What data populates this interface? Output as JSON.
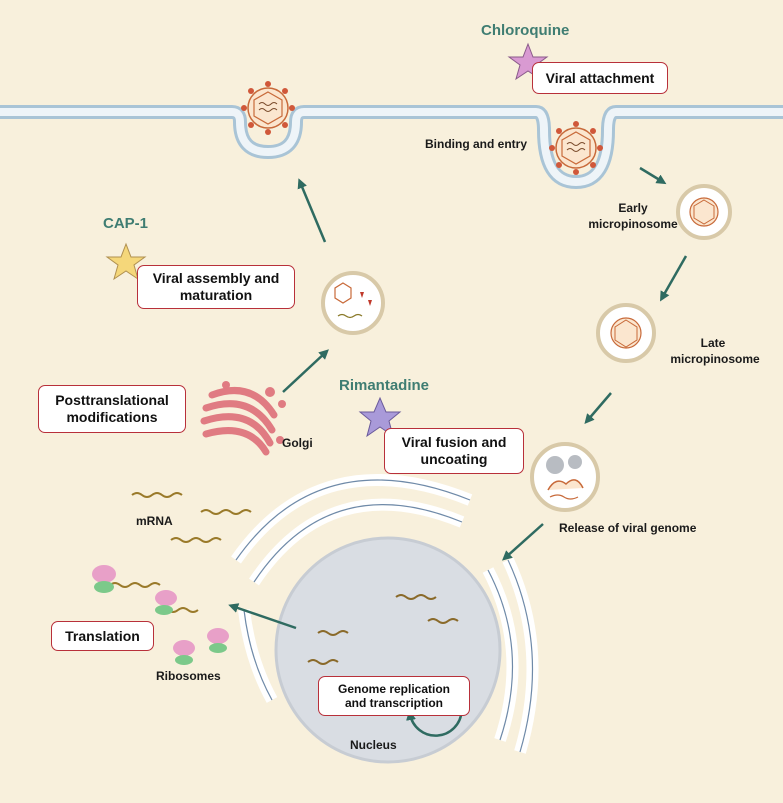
{
  "drugs": {
    "chloroquine": "Chloroquine",
    "cap1": "CAP-1",
    "rimantadine": "Rimantadine"
  },
  "boxes": {
    "viral_attachment": "Viral attachment",
    "viral_assembly_line1": "Viral assembly and",
    "viral_assembly_line2": "maturation",
    "ptm_line1": "Posttranslational",
    "ptm_line2": "modifications",
    "fusion_line1": "Viral fusion and",
    "fusion_line2": "uncoating",
    "translation": "Translation",
    "genome_line1": "Genome replication",
    "genome_line2": "and transcription"
  },
  "labels": {
    "binding_entry": "Binding and entry",
    "early_line1": "Early",
    "early_line2": "micropinosome",
    "late_line1": "Late",
    "late_line2": "micropinosome",
    "release": "Release of viral genome",
    "golgi": "Golgi",
    "mrna": "mRNA",
    "ribosomes": "Ribosomes",
    "nucleus": "Nucleus"
  },
  "colors": {
    "background": "#f8f0dc",
    "membrane": "#c5d9e6",
    "arrow": "#2f6b61",
    "box_border": "#b8303a",
    "drug_text": "#3f7d72",
    "virus": "#c86a3a",
    "golgi": "#e07b82",
    "ribosome_pink": "#e8a0c8",
    "ribosome_green": "#7cc98a",
    "nucleus": "#d9dde3",
    "star_chloroquine": "#d99ad2",
    "star_cap1": "#f5d77a",
    "star_rimantadine": "#a99ad9"
  }
}
